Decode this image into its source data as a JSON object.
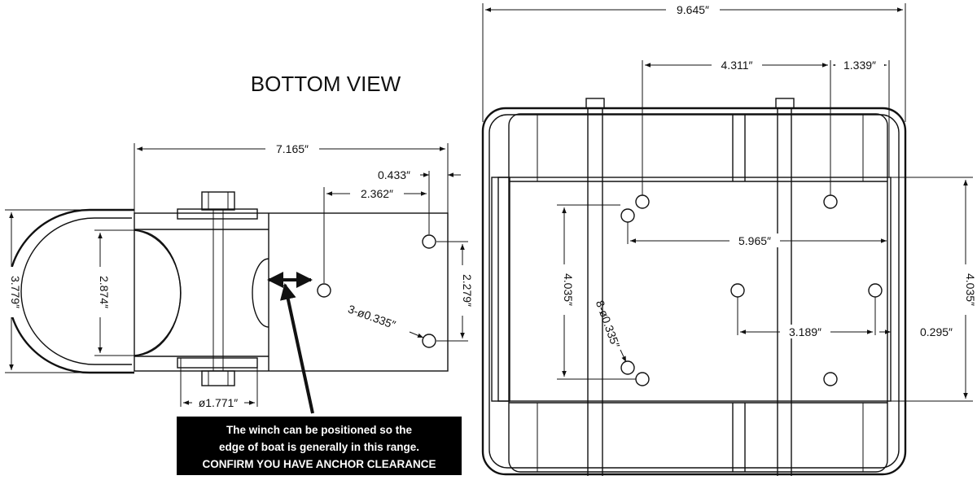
{
  "title": "BOTTOM VIEW",
  "note": {
    "line1": "The winch can be positioned so the",
    "line2": "edge of boat is generally in this range.",
    "line3": "CONFIRM YOU HAVE ANCHOR CLEARANCE"
  },
  "left": {
    "dim_overall_length": "7.165″",
    "dim_offset": "0.433″",
    "dim_hole_spacing": "2.362″",
    "dim_height": "3.779″",
    "dim_inner_height": "2.874″",
    "dim_hole_vertical": "2.279″",
    "dim_holes": "3-ø0.335″",
    "dim_pipe": "ø1.771″"
  },
  "right": {
    "dim_width": "9.645″",
    "dim_hole_x1": "4.311″",
    "dim_hole_x2": "1.339″",
    "dim_hole_span": "5.965″",
    "dim_height_left": "4.035″",
    "dim_height_right": "4.035″",
    "dim_holes": "8-ø0.335″",
    "dim_inner_span": "3.189″",
    "dim_edge": "0.295″"
  }
}
